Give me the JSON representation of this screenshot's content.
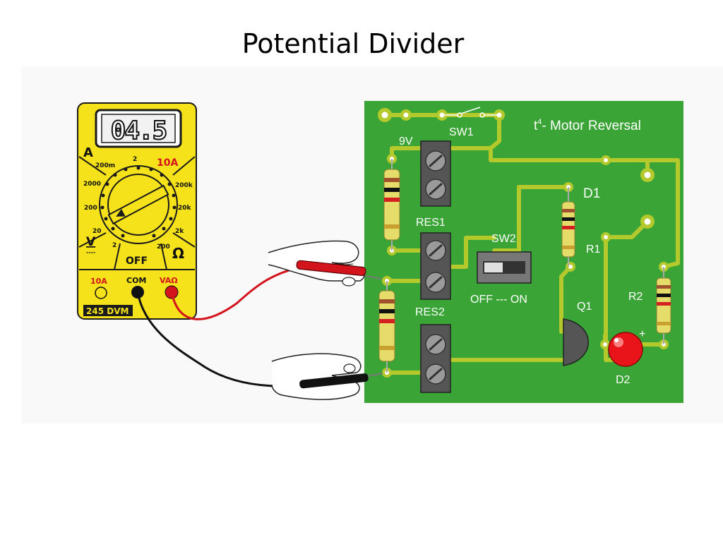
{
  "slide": {
    "title": "Potential Divider"
  },
  "multimeter": {
    "display": "04.5",
    "label_a": "A",
    "label_v": "V",
    "label_v_dash": "----",
    "label_omega": "Ω",
    "label_off": "OFF",
    "label_10a_top": "10A",
    "model": "245 DVM",
    "ranges": {
      "r_200m": "200m",
      "r_2_top": "2",
      "r_2000": "2000",
      "r_200_left": "200",
      "r_20_left": "20",
      "r_2_v": "2",
      "r_200_ohm": "200",
      "r_2k": "2k",
      "r_20k": "20k",
      "r_200k": "200k"
    },
    "sockets": {
      "s10a": "10A",
      "com": "COM",
      "vaohm": "VAΩ"
    },
    "colors": {
      "body": "#f5e21b",
      "red_probe": "#d4141c",
      "black_probe": "#111111"
    }
  },
  "board": {
    "title_t": "t",
    "title_sup": "4",
    "title_rest": "- Motor Reversal",
    "labels": {
      "v9": "9V",
      "sw1": "SW1",
      "res1": "RES1",
      "res2": "RES2",
      "sw2": "SW2",
      "sw2_states": "OFF --- ON",
      "d1": "D1",
      "r1": "R1",
      "q1": "Q1",
      "r2": "R2",
      "d2": "D2",
      "plus": "+"
    },
    "colors": {
      "pcb": "#3aa536",
      "track": "#b4c92c",
      "led": "#e8141a"
    }
  }
}
